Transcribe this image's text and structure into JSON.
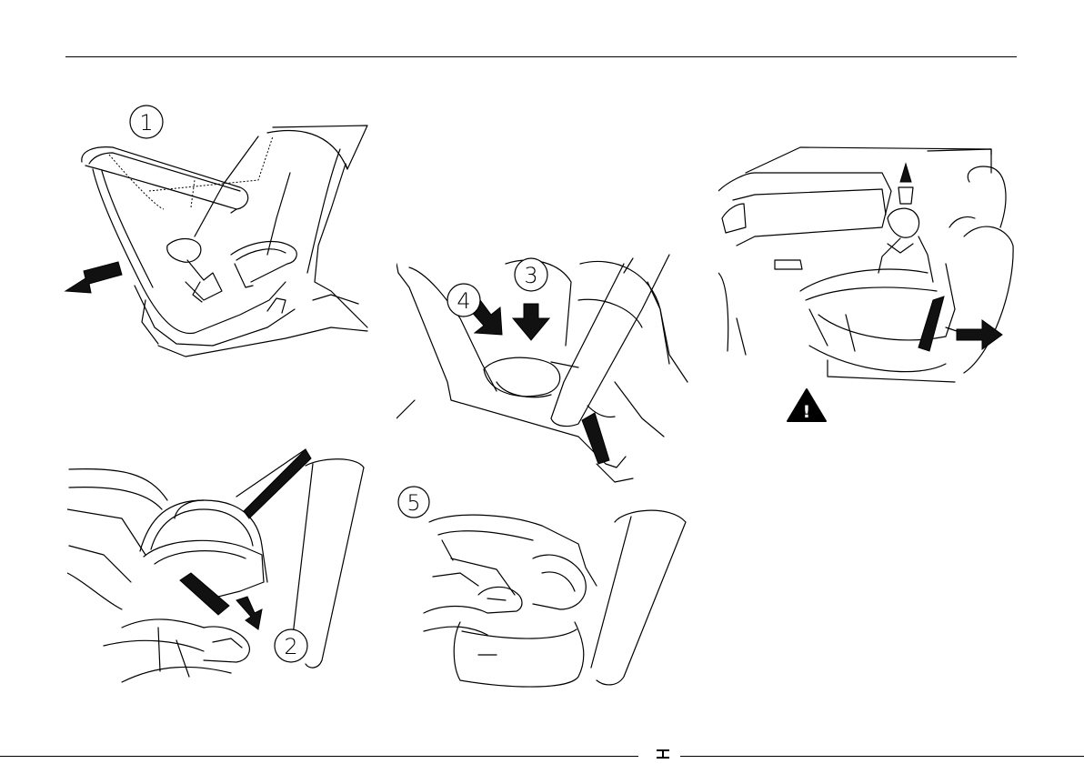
{
  "steps": {
    "step1": "1",
    "step2": "2",
    "step3": "3",
    "step4": "4",
    "step5": "5"
  },
  "warning_symbol": "!",
  "icons": {
    "warning": "warning-triangle-icon",
    "arrow": "black-arrow-icon"
  }
}
